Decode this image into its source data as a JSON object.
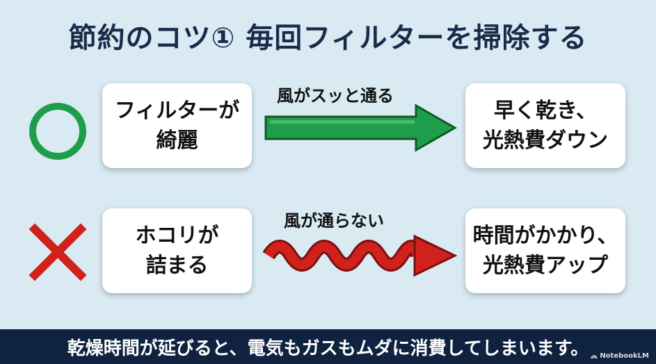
{
  "title": "節約のコツ① 毎回フィルターを掃除する",
  "rows": [
    {
      "mark": "circle-icon",
      "left_lines": [
        "フィルターが",
        "綺麗"
      ],
      "arrow_label": "風がスッと通る",
      "right_lines": [
        "早く乾き、",
        "光熱費ダウン"
      ]
    },
    {
      "mark": "cross-icon",
      "left_lines": [
        "ホコリが",
        "詰まる"
      ],
      "arrow_label": "風が通らない",
      "right_lines": [
        "時間がかかり、",
        "光熱費アップ"
      ]
    }
  ],
  "footer": "乾燥時間が延びると、電気もガスもムダに消費してしまいます。",
  "brand": "NotebookLM",
  "colors": {
    "good": "#1e9e4a",
    "bad": "#d0211c",
    "footer_bg": "#0f2340"
  }
}
